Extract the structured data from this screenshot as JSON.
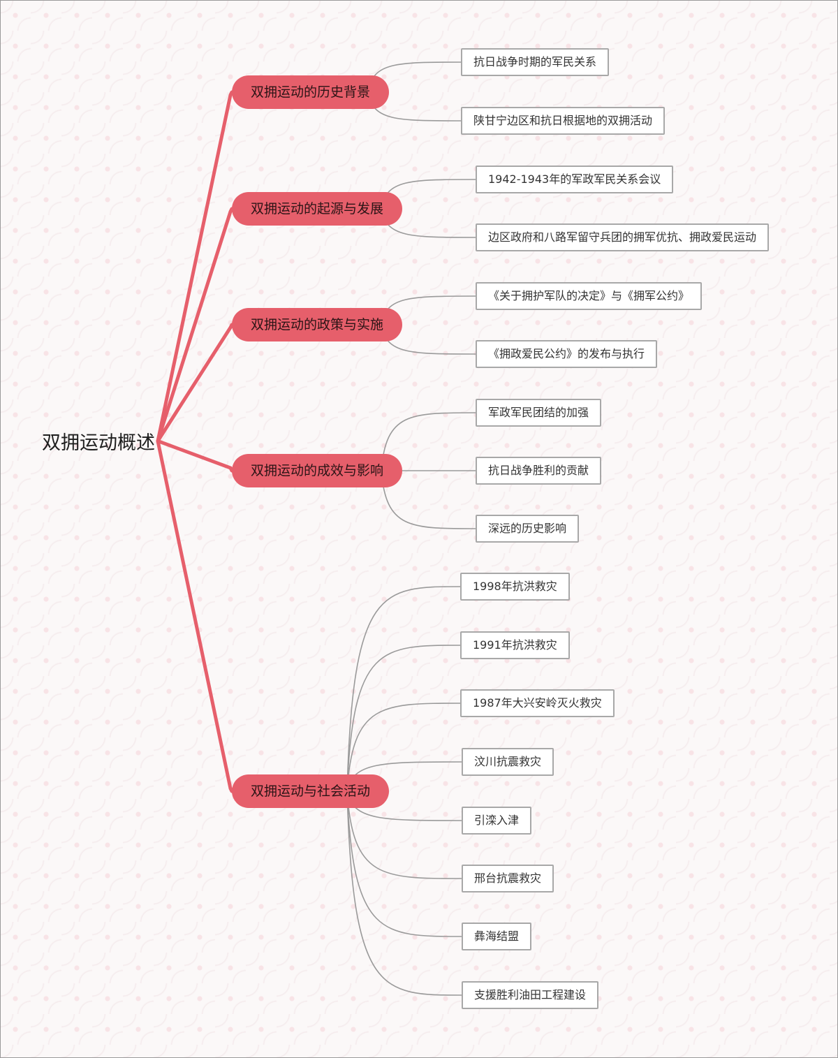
{
  "title": "双拥运动概述",
  "colors": {
    "branch": "#e65f6b",
    "main_line": "#e65f6b",
    "leaf_line": "#9a9a9a",
    "leaf_border": "#a8a8a8"
  },
  "branches": [
    {
      "label": "双拥运动的历史背景",
      "children": [
        "抗日战争时期的军民关系",
        "陕甘宁边区和抗日根据地的双拥活动"
      ]
    },
    {
      "label": "双拥运动的起源与发展",
      "children": [
        "1942-1943年的军政军民关系会议",
        "边区政府和八路军留守兵团的拥军优抗、拥政爱民运动"
      ]
    },
    {
      "label": "双拥运动的政策与实施",
      "children": [
        "《关于拥护军队的决定》与《拥军公约》",
        "《拥政爱民公约》的发布与执行"
      ]
    },
    {
      "label": "双拥运动的成效与影响",
      "children": [
        "军政军民团结的加强",
        "抗日战争胜利的贡献",
        "深远的历史影响"
      ]
    },
    {
      "label": "双拥运动与社会活动",
      "children": [
        "1998年抗洪救灾",
        "1991年抗洪救灾",
        "1987年大兴安岭灭火救灾",
        "汶川抗震救灾",
        "引滦入津",
        "邢台抗震救灾",
        "彝海结盟",
        "支援胜利油田工程建设"
      ]
    }
  ]
}
